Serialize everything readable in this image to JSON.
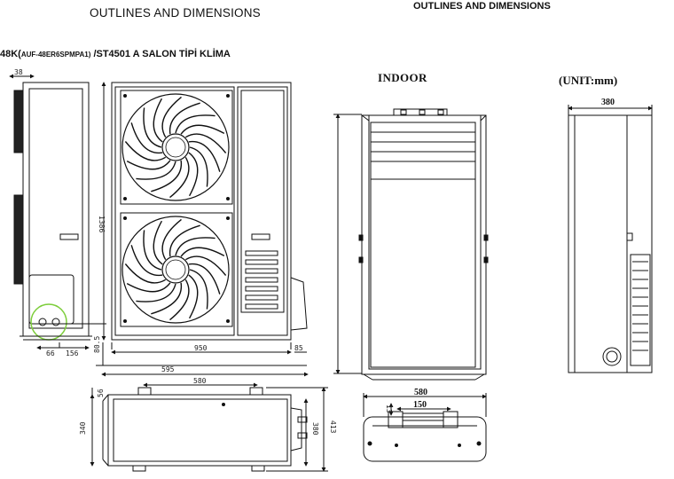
{
  "header": {
    "title_left": "OUTLINES AND DIMENSIONS",
    "title_right": "OUTLINES AND DIMENSIONS",
    "model_prefix": "48K(",
    "model_code": "AUF-48ER6SPMPA1)",
    "model_suffix": " /ST4501 A SALON TİPİ KLİMA",
    "indoor_label": "INDOOR",
    "unit_label": "(UNIT:mm)"
  },
  "outdoor": {
    "dims": {
      "top_offset": "38",
      "height": "1386",
      "width": "950",
      "side_offset": "85",
      "foot_a": "66",
      "foot_b": "156",
      "foot_height": "80.5",
      "top_mount_outer": "595",
      "top_mount_inner": "580",
      "depth_a": "56",
      "depth_main": "340",
      "depth_b": "380",
      "depth_total": "413"
    }
  },
  "indoor": {
    "dims": {
      "side_depth": "380",
      "top_width": "580",
      "top_inner": "150",
      "top_small": "13"
    }
  },
  "colors": {
    "line": "#1a1a1a",
    "highlight": "#7ccd3a",
    "fill_dark": "#222222"
  }
}
